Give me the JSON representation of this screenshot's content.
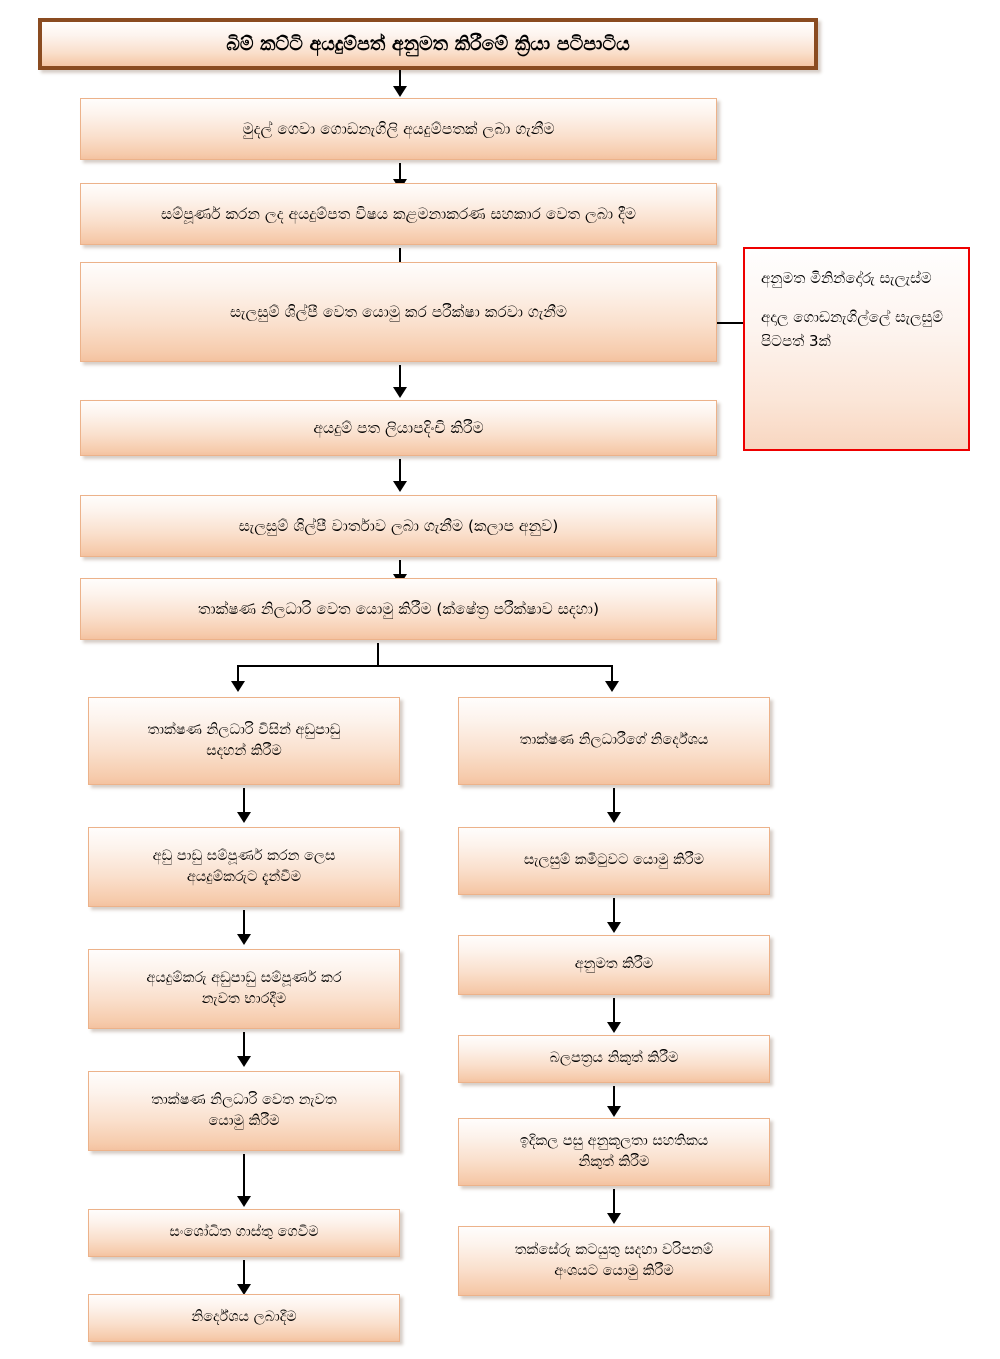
{
  "diagram": {
    "title": "බිම් කට්ටි අයදුම්පත් අනුමත කිරීමේ ක්‍රියා පටිපාටිය",
    "colors": {
      "box_border": "#ecb28a",
      "box_fill_top": "#fffdfc",
      "box_fill_bottom": "#f4c2a0",
      "title_border": "#8a4b20",
      "note_border": "#ee0000",
      "connector": "#000000"
    },
    "main_steps": [
      {
        "id": "step1",
        "label": "මුදල් ගෙවා  ගොඩනැගිලි අයදුම්පතක් ලබා ගැනීම"
      },
      {
        "id": "step2",
        "label": "සම්පූර්ණ කරන ලද අයදුම්පත විෂය කළමනාකරණ සහකාර වෙත ලබා දීම"
      },
      {
        "id": "step3",
        "label": "සැලසුම් ශිල්පී වෙත යොමු කර පරීක්ෂා කරවා ගැනීම"
      },
      {
        "id": "step4",
        "label": "අයදුම් පත ලියාපදිංචි කිරීම"
      },
      {
        "id": "step5",
        "label": "සැලසුම් ශිල්පී වාර්තාව ලබා ගැනීම (කලාප අනුව)"
      },
      {
        "id": "step6",
        "label": "තාක්ෂණ නිලධාරි වෙත යොමු කිරීම (ක්ෂේත්‍ර පරීක්ෂාව සදහා)"
      }
    ],
    "note": {
      "line1": "අනුමත මිනින්දෝරු සැලැස්ම",
      "line2": "අදාල ගොඩනැගිල්ලේ සැලසුම් පිටපත් 3ක්"
    },
    "left_branch": [
      {
        "id": "lb1",
        "label": "තාක්ෂණ නිලධාරි විසින් අඩුපාඩු\nසදහන් කිරීම"
      },
      {
        "id": "lb2",
        "label": "අඩු පාඩු සම්පූර්ණ කරන ලෙස\nඅයදුම්කරුට දැන්වීම"
      },
      {
        "id": "lb3",
        "label": "අයදුම්කරු අඩුපාඩු සම්පූර්ණ කර\nනැවත භාරදීම"
      },
      {
        "id": "lb4",
        "label": "තාක්ෂණ නිලධාරි වෙත නැවත\nයොමු කිරීම"
      },
      {
        "id": "lb5",
        "label": "සංශෝධිත ගාස්තු ගෙවීම"
      },
      {
        "id": "lb6",
        "label": "නිර්දේශය ලබාදීම"
      }
    ],
    "right_branch": [
      {
        "id": "rb1",
        "label": "තාක්ෂණ නිලධාරීගේ නිර්දේශය"
      },
      {
        "id": "rb2",
        "label": "සැලසුම් කමිටුවට යොමු කිරීම"
      },
      {
        "id": "rb3",
        "label": "අනුමත කිරීම"
      },
      {
        "id": "rb4",
        "label": "බලපත්‍රය නිකුත් කිරීම"
      },
      {
        "id": "rb5",
        "label": "ඉදිකල පසු අනුකූලතා සහතිකය\nනිකුත් කිරීම"
      },
      {
        "id": "rb6",
        "label": "තක්සේරු කටයුතු සදහා වරිපනම්\nඅංශයට යොමු කිරීම"
      }
    ]
  }
}
